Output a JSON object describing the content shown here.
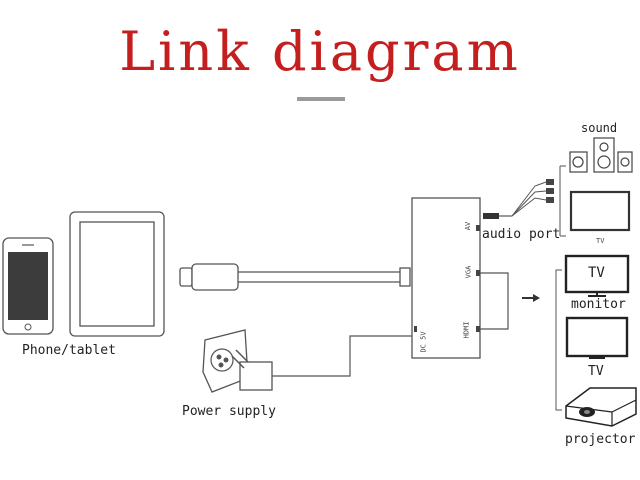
{
  "title": "Link diagram",
  "labels": {
    "phone_tablet": "Phone/tablet",
    "power_supply": "Power supply",
    "audio_port": "audio port",
    "sound": "sound",
    "tv_small": "TV",
    "tv_screen_text": "TV",
    "monitor": "monitor",
    "tv": "TV",
    "projector": "projector"
  },
  "adapter_ports": [
    "AV",
    "VGA",
    "HDMI",
    "DC 5V"
  ],
  "colors": {
    "title": "#c41e1e",
    "line": "#555555",
    "underline": "#9a9a9a"
  },
  "icons": [
    "phone-icon",
    "tablet-icon",
    "lightning-connector-icon",
    "adapter-hub-icon",
    "power-plug-icon",
    "audio-jack-icon",
    "speakers-icon",
    "tv-icon",
    "monitor-icon",
    "projector-icon",
    "arrow-right-icon"
  ]
}
